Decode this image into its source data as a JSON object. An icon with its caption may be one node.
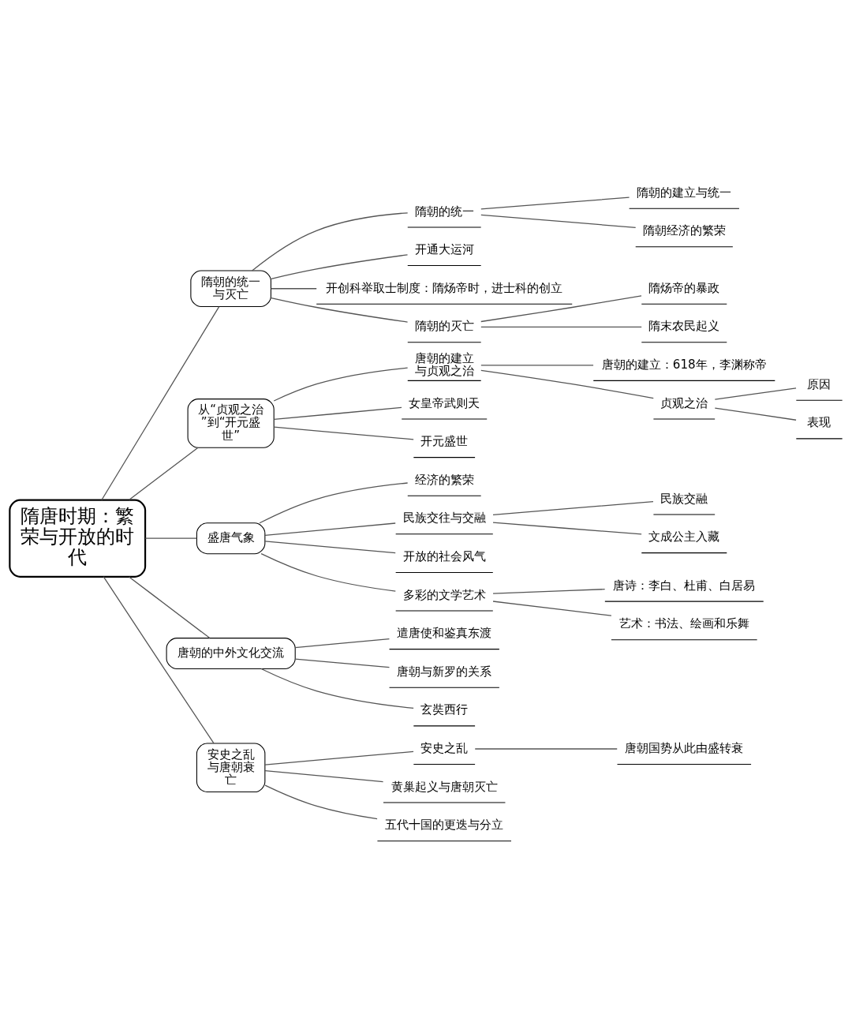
{
  "diagram": {
    "nodes": [
      {
        "text": [
          "隋唐时期：繁荣与开放的时代"
        ]
      },
      {
        "text": [
          "隋朝的统一与灭亡"
        ]
      },
      {
        "text": [
          "隋朝的统一"
        ]
      },
      {
        "text": [
          "隋朝的建立与统一"
        ]
      },
      {
        "text": [
          "隋朝经济的繁荣"
        ]
      },
      {
        "text": [
          "开通大运河"
        ]
      },
      {
        "text": [
          "开创科举取士制度：隋炀帝时，进士科的创立"
        ]
      },
      {
        "text": [
          "隋朝的灭亡"
        ]
      },
      {
        "text": [
          "隋炀帝的暴政"
        ]
      },
      {
        "text": [
          "隋末农民起义"
        ]
      },
      {
        "text": [
          "从“贞观之治”到“开元盛世”"
        ]
      },
      {
        "text": [
          "唐朝的建立与贞观之治"
        ]
      },
      {
        "text": [
          "唐朝的建立：618年，李渊称帝"
        ]
      },
      {
        "text": [
          "贞观之治"
        ]
      },
      {
        "text": [
          "原因"
        ]
      },
      {
        "text": [
          "表现"
        ]
      },
      {
        "text": [
          "女皇帝武则天"
        ]
      },
      {
        "text": [
          "开元盛世"
        ]
      },
      {
        "text": [
          "盛唐气象"
        ]
      },
      {
        "text": [
          "经济的繁荣"
        ]
      },
      {
        "text": [
          "民族交往与交融"
        ]
      },
      {
        "text": [
          "民族交融"
        ]
      },
      {
        "text": [
          "文成公主入藏"
        ]
      },
      {
        "text": [
          "开放的社会风气"
        ]
      },
      {
        "text": [
          "多彩的文学艺术"
        ]
      },
      {
        "text": [
          "唐诗：李白、杜甫、白居易"
        ]
      },
      {
        "text": [
          "艺术：书法、绘画和乐舞"
        ]
      },
      {
        "text": [
          "唐朝的中外文化交流"
        ]
      },
      {
        "text": [
          "遣唐使和鉴真东渡"
        ]
      },
      {
        "text": [
          "唐朝与新罗的关系"
        ]
      },
      {
        "text": [
          "玄奘西行"
        ]
      },
      {
        "text": [
          "安史之乱与唐朝衰亡"
        ]
      },
      {
        "text": [
          "安史之乱"
        ]
      },
      {
        "text": [
          "唐朝国势从此由盛转衰"
        ]
      },
      {
        "text": [
          "黄巢起义与唐朝灭亡"
        ]
      },
      {
        "text": [
          "五代十国的更迭与分立"
        ]
      }
    ],
    "edges": [
      {
        "from": 0,
        "to": 1,
        "arrow": "none"
      },
      {
        "from": 1,
        "to": 2,
        "arrow": "none"
      },
      {
        "from": 2,
        "to": 3,
        "arrow": "none"
      },
      {
        "from": 2,
        "to": 4,
        "arrow": "none"
      },
      {
        "from": 1,
        "to": 5,
        "arrow": "none"
      },
      {
        "from": 1,
        "to": 6,
        "arrow": "none"
      },
      {
        "from": 1,
        "to": 7,
        "arrow": "none"
      },
      {
        "from": 7,
        "to": 8,
        "arrow": "none"
      },
      {
        "from": 7,
        "to": 9,
        "arrow": "none"
      },
      {
        "from": 0,
        "to": 10,
        "arrow": "none"
      },
      {
        "from": 10,
        "to": 11,
        "arrow": "none"
      },
      {
        "from": 11,
        "to": 12,
        "arrow": "none"
      },
      {
        "from": 11,
        "to": 13,
        "arrow": "none"
      },
      {
        "from": 13,
        "to": 14,
        "arrow": "none"
      },
      {
        "from": 13,
        "to": 15,
        "arrow": "none"
      },
      {
        "from": 10,
        "to": 16,
        "arrow": "none"
      },
      {
        "from": 10,
        "to": 17,
        "arrow": "none"
      },
      {
        "from": 0,
        "to": 18,
        "arrow": "none"
      },
      {
        "from": 18,
        "to": 19,
        "arrow": "none"
      },
      {
        "from": 18,
        "to": 20,
        "arrow": "none"
      },
      {
        "from": 20,
        "to": 21,
        "arrow": "none"
      },
      {
        "from": 20,
        "to": 22,
        "arrow": "none"
      },
      {
        "from": 18,
        "to": 23,
        "arrow": "none"
      },
      {
        "from": 18,
        "to": 24,
        "arrow": "none"
      },
      {
        "from": 24,
        "to": 25,
        "arrow": "none"
      },
      {
        "from": 24,
        "to": 26,
        "arrow": "none"
      },
      {
        "from": 0,
        "to": 27,
        "arrow": "none"
      },
      {
        "from": 27,
        "to": 28,
        "arrow": "none"
      },
      {
        "from": 27,
        "to": 29,
        "arrow": "none"
      },
      {
        "from": 27,
        "to": 30,
        "arrow": "none"
      },
      {
        "from": 0,
        "to": 31,
        "arrow": "none"
      },
      {
        "from": 31,
        "to": 32,
        "arrow": "none"
      },
      {
        "from": 32,
        "to": 33,
        "arrow": "none"
      },
      {
        "from": 31,
        "to": 34,
        "arrow": "none"
      },
      {
        "from": 31,
        "to": 35,
        "arrow": "none"
      }
    ]
  }
}
